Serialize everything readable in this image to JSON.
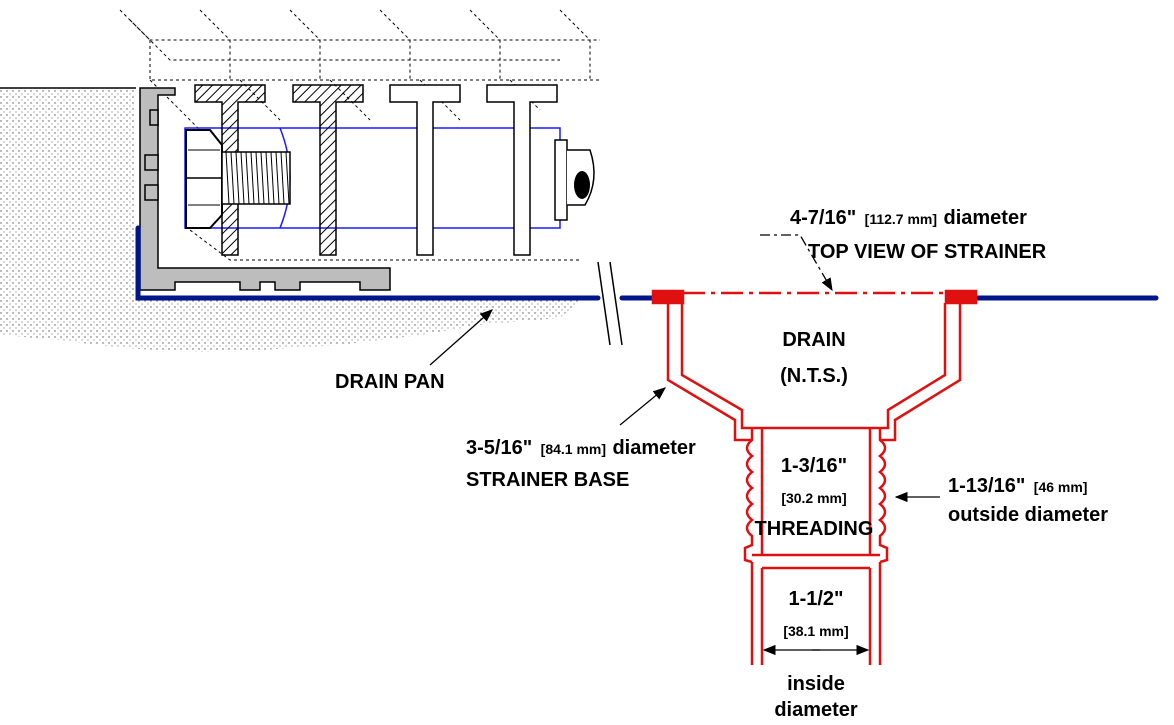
{
  "labels": {
    "top_dim": "4-7/16\"",
    "top_mm": "[112.7 mm]",
    "top_word": "diameter",
    "top_view": "TOP VIEW OF STRAINER",
    "drain": "DRAIN",
    "nts": "(N.T.S.)",
    "drain_pan": "DRAIN PAN",
    "base_dim": "3-5/16\"",
    "base_mm": "[84.1 mm]",
    "base_word": "diameter",
    "base_name": "STRAINER BASE",
    "thread_dim": "1-3/16\"",
    "thread_mm": "[30.2 mm]",
    "thread_word": "THREADING",
    "od_dim": "1-13/16\"",
    "od_mm": "[46 mm]",
    "od_word": "outside diameter",
    "id_dim": "1-1/2\"",
    "id_mm": "[38.1 mm]",
    "id_word1": "inside",
    "id_word2": "diameter"
  },
  "colors": {
    "pan": "#00158a",
    "drain": "#e01010",
    "pipe": "#1a1aff",
    "line": "#000000"
  }
}
